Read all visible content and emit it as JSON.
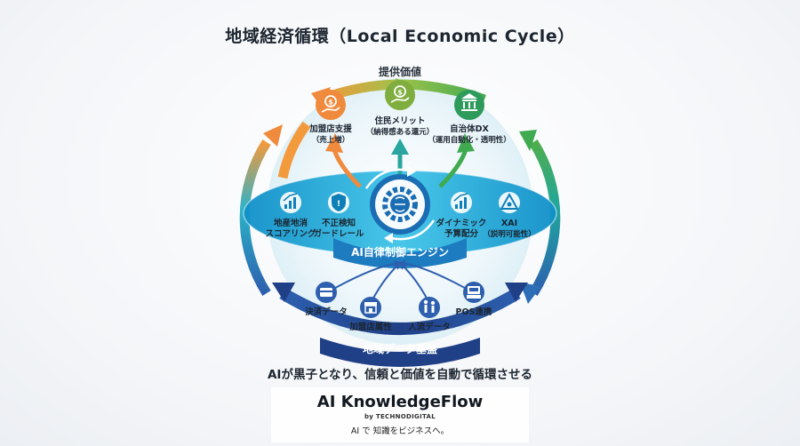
{
  "title": "地域経済循環（Local Economic Cycle）",
  "top_label": "提供価値",
  "value_nodes": [
    {
      "line1": "加盟店支援",
      "line2": "（売上増）",
      "icon": "dollar-hand-icon",
      "color": "#f08a3c"
    },
    {
      "line1": "住民メリット",
      "line2": "（納得感ある還元）",
      "icon": "dollar-hand-icon",
      "color": "#7fae3e"
    },
    {
      "line1": "自治体DX",
      "line2": "（運用自動化・透明性）",
      "icon": "bank-gear-icon",
      "color": "#2e9a5c"
    }
  ],
  "engine": {
    "label": "AI自律制御エンジン",
    "features": [
      {
        "line1": "地産地消",
        "line2": "スコアリング",
        "icon": "chart-up-icon"
      },
      {
        "line1": "不正検知",
        "line2": "ガードレール",
        "icon": "warning-shield-icon"
      },
      {
        "line1": "ダイナミック",
        "line2": "予算配分",
        "icon": "chart-up-icon"
      },
      {
        "line1": "XAI",
        "line2": "（説明可能性）",
        "icon": "triangle-gear-icon"
      }
    ],
    "center_icon": "brain-gear-icon"
  },
  "base": {
    "label": "地域データ基盤",
    "items": [
      {
        "label": "決済データ",
        "icon": "credit-card-icon"
      },
      {
        "label": "加盟店属性",
        "icon": "store-icon"
      },
      {
        "label": "人流データ",
        "icon": "people-icon"
      },
      {
        "label": "POS連携",
        "icon": "pos-terminal-icon"
      }
    ]
  },
  "tagline": "AIが黒子となり、信頼と価値を自動で循環させる",
  "brand": {
    "name": "AI KnowledgeFlow",
    "by": "by TECHNODIGITAL",
    "tag": "AI で 知識をビジネスへ。"
  },
  "colors": {
    "cycle_orange": "#f08a3c",
    "cycle_green": "#5fb04a",
    "cycle_teal": "#1fa5a0",
    "cycle_blue": "#2f6fb8",
    "cycle_navy": "#1f3f86",
    "engine_cyan": "#22b4d8"
  }
}
